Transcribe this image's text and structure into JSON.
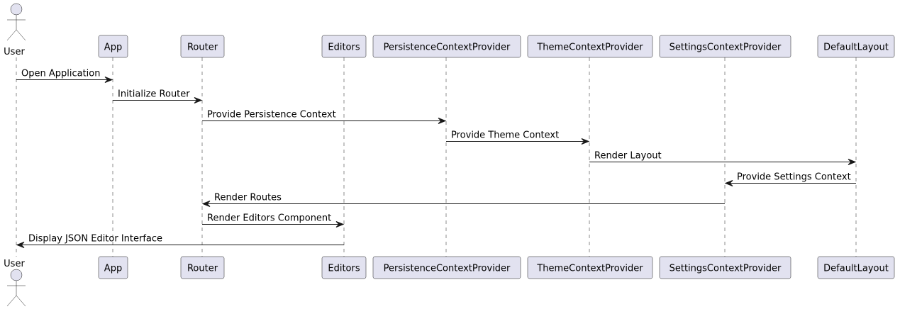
{
  "actor": {
    "label": "User"
  },
  "participants": [
    {
      "id": "app",
      "label": "App"
    },
    {
      "id": "router",
      "label": "Router"
    },
    {
      "id": "editors",
      "label": "Editors"
    },
    {
      "id": "persistence",
      "label": "PersistenceContextProvider"
    },
    {
      "id": "theme",
      "label": "ThemeContextProvider"
    },
    {
      "id": "settings",
      "label": "SettingsContextProvider"
    },
    {
      "id": "layout",
      "label": "DefaultLayout"
    }
  ],
  "messages": [
    {
      "from": "user",
      "to": "app",
      "label": "Open Application"
    },
    {
      "from": "app",
      "to": "router",
      "label": "Initialize Router"
    },
    {
      "from": "router",
      "to": "persistence",
      "label": "Provide Persistence Context"
    },
    {
      "from": "persistence",
      "to": "theme",
      "label": "Provide Theme Context"
    },
    {
      "from": "theme",
      "to": "layout",
      "label": "Render Layout"
    },
    {
      "from": "layout",
      "to": "settings",
      "label": "Provide Settings Context"
    },
    {
      "from": "settings",
      "to": "router",
      "label": "Render Routes"
    },
    {
      "from": "router",
      "to": "editors",
      "label": "Render Editors Component"
    },
    {
      "from": "editors",
      "to": "user",
      "label": "Display JSON Editor Interface"
    }
  ],
  "colors": {
    "participant_fill": "#e2e2f0",
    "line": "#181818"
  }
}
